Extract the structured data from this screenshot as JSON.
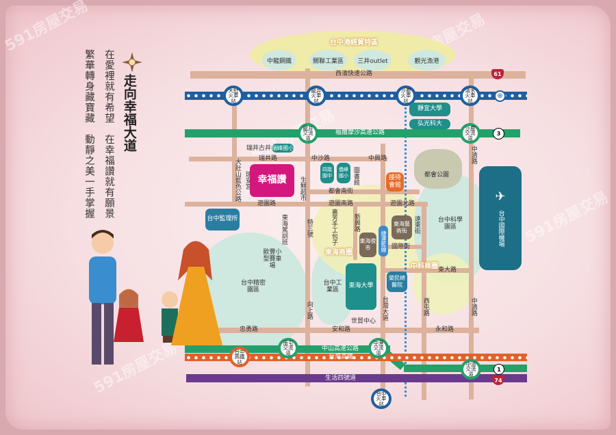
{
  "title": "走向幸福大道",
  "slogan": [
    "在愛裡就有希望　在幸福讚就有願景",
    "繁華轉身藏寶藏　動靜之美一手掌握"
  ],
  "colors": {
    "rail": "#1f5fa0",
    "freeway": "#24a06a",
    "hsr": "#e0622a",
    "purple": "#6a3a8c",
    "road": "#dcb29d",
    "teal": "#1e8f8a",
    "magenta": "#d4177e",
    "park": "#cfe8e0"
  },
  "port_zone": {
    "title": "台中港經貿特區",
    "items": [
      "中龍鋼鐵",
      "關聯工業區",
      "三井outlet",
      "觀光漁港"
    ]
  },
  "highways": {
    "west": "西濱快速公路",
    "formosa": "福爾摩沙高速公路",
    "zhongshan": "中山高速公路",
    "hsr": "台灣高鐵",
    "life4": "生活四號道",
    "badge_61": "61",
    "badge_3": "3",
    "badge_1": "1",
    "badge_74": "74"
  },
  "stations": {
    "dadu": "大肚火車站",
    "longjing": "龍井火車站",
    "shalu": "沙鹿火車站",
    "qingshui": "清水火車站",
    "taichung": "台中火車站",
    "hsr": "台中高鐵站"
  },
  "interchanges": {
    "longjing": "龍井交流道",
    "shalu": "沙鹿交流道",
    "nantun": "南屯交流道",
    "zhonggang": "中港交流道",
    "zhongqing": "中清交流道"
  },
  "roads": {
    "ruijing": "瑞井路",
    "zhongsha": "中沙路",
    "zhongxing": "中興路",
    "dadushan": "大肚山藍色公路",
    "duhuinan": "都會南街",
    "youyuan": "遊園路",
    "youyuannan": "遊園南路",
    "youyuanbei": "遊園北路",
    "te3": "特三號",
    "xinxing": "新興路",
    "guoji": "國際街",
    "xuandong": "遠東街",
    "dongda": "東大路",
    "xiangshang": "向上路",
    "xitun": "西屯路",
    "zhongqing": "中清路",
    "taiwan_blvd": "台灣大道",
    "zhongyong": "忠勇路",
    "anhe": "安和路",
    "yonghe": "永和路",
    "mrt": "捷運藍線"
  },
  "landmarks": {
    "ruijing_well": "瑞井古井",
    "ruifeng": "瑞峰國小",
    "ruian": "瑞安宮",
    "project": "幸福讚",
    "market": "生鮮超市",
    "sizi": "四箴國中",
    "xiangfeng": "僑峰國小",
    "library": "圖書館",
    "reception": "接待會館",
    "park": "都會公園",
    "jail": "台中監理所",
    "driving": "東海駕訓班",
    "oufeng": "歐豐小型賽車場",
    "baozi": "嘉芳手工包子",
    "night": "東海夜市",
    "art": "東海藝術街",
    "sci": "台中科學園區",
    "airport": "台中國際機場",
    "precision": "台中精密園區",
    "industrial": "台中工業區",
    "thu": "東海大學",
    "vgh": "榮民總醫院",
    "wtc": "世貿中心",
    "providence": "靜宜大學",
    "hk": "弘光科大",
    "donghai_zone": "東海商圈",
    "zhongke_zone": "中科商圈"
  },
  "watermark": "591房屋交易"
}
